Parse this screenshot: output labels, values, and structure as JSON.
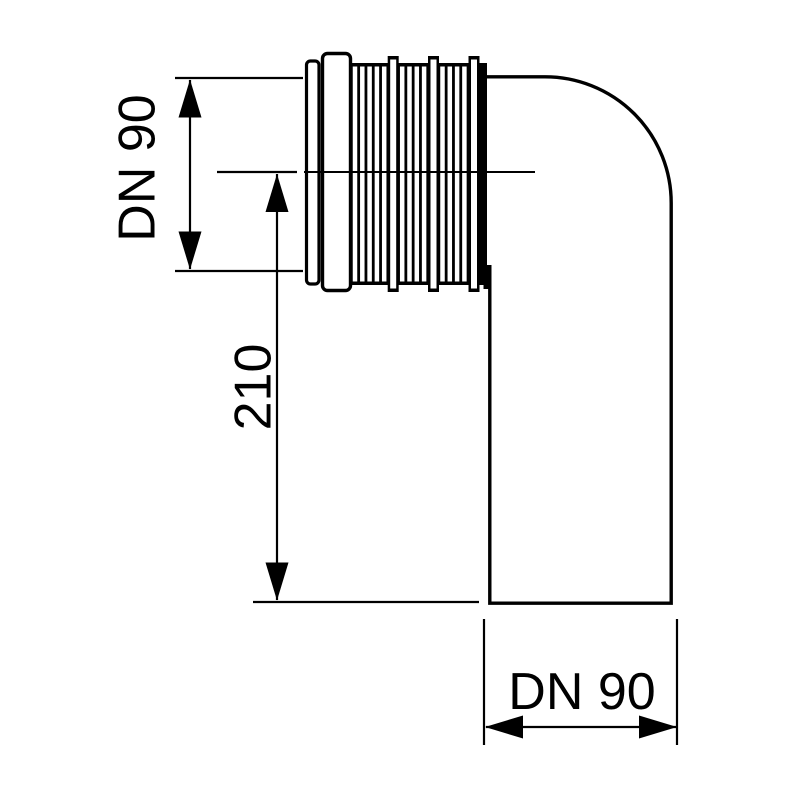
{
  "diagram": {
    "labels": {
      "inlet_diameter": "DN 90",
      "offset_length": "210",
      "outlet_diameter": "DN 90"
    },
    "colors": {
      "line": "#000000",
      "background": "#ffffff"
    }
  }
}
